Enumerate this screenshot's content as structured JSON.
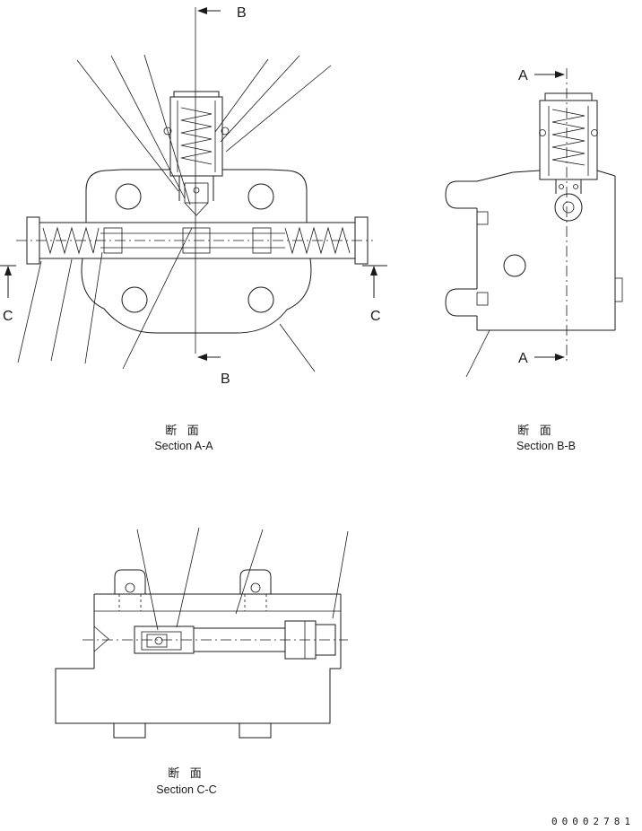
{
  "page": {
    "background": "#ffffff",
    "line_color": "#1a1a1a",
    "part_number": "00002781"
  },
  "sections": {
    "aa": {
      "caption_cjk": "断 面",
      "caption_en": "Section A-A",
      "cut_label_b_top": "B",
      "cut_label_b_bottom": "B",
      "cut_label_c_left": "C",
      "cut_label_c_right": "C"
    },
    "bb": {
      "caption_cjk": "断 面",
      "caption_en": "Section B-B",
      "cut_label_a_top": "A",
      "cut_label_a_bottom": "A"
    },
    "cc": {
      "caption_cjk": "断 面",
      "caption_en": "Section C-C"
    }
  }
}
